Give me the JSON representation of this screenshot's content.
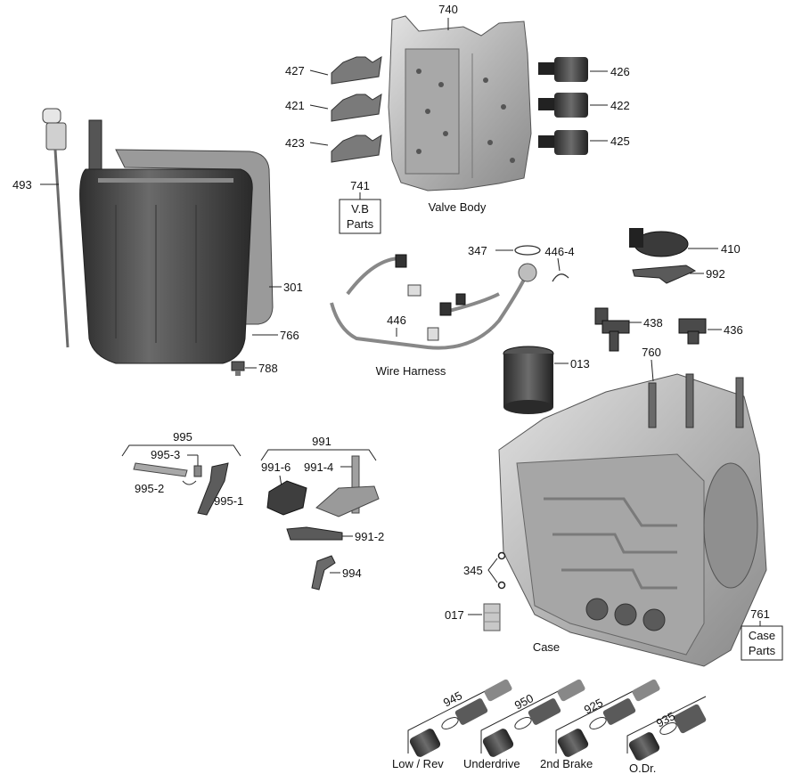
{
  "labels": {
    "p740": "740",
    "p427": "427",
    "p421": "421",
    "p423": "423",
    "p426": "426",
    "p422": "422",
    "p425": "425",
    "p741": "741",
    "p741_box_l1": "V.B",
    "p741_box_l2": "Parts",
    "valve_body": "Valve Body",
    "p493": "493",
    "p301": "301",
    "p766": "766",
    "p788": "788",
    "p347": "347",
    "p446_4": "446-4",
    "p446": "446",
    "wire_harness": "Wire Harness",
    "p410": "410",
    "p992": "992",
    "p438": "438",
    "p436": "436",
    "p013": "013",
    "p760": "760",
    "p995": "995",
    "p995_3": "995-3",
    "p995_2": "995-2",
    "p995_1": "995-1",
    "p991": "991",
    "p991_6": "991-6",
    "p991_4": "991-4",
    "p991_2": "991-2",
    "p994": "994",
    "p345": "345",
    "p017": "017",
    "case": "Case",
    "p761": "761",
    "p761_box_l1": "Case",
    "p761_box_l2": "Parts",
    "p945": "945",
    "p950": "950",
    "p925": "925",
    "p935": "935",
    "low_rev": "Low / Rev",
    "underdrive": "Underdrive",
    "second_brake": "2nd Brake",
    "odr": "O.Dr."
  },
  "colors": {
    "metal": "#b9b9b9",
    "dark_metal": "#4a4a4a",
    "line": "#222222"
  }
}
